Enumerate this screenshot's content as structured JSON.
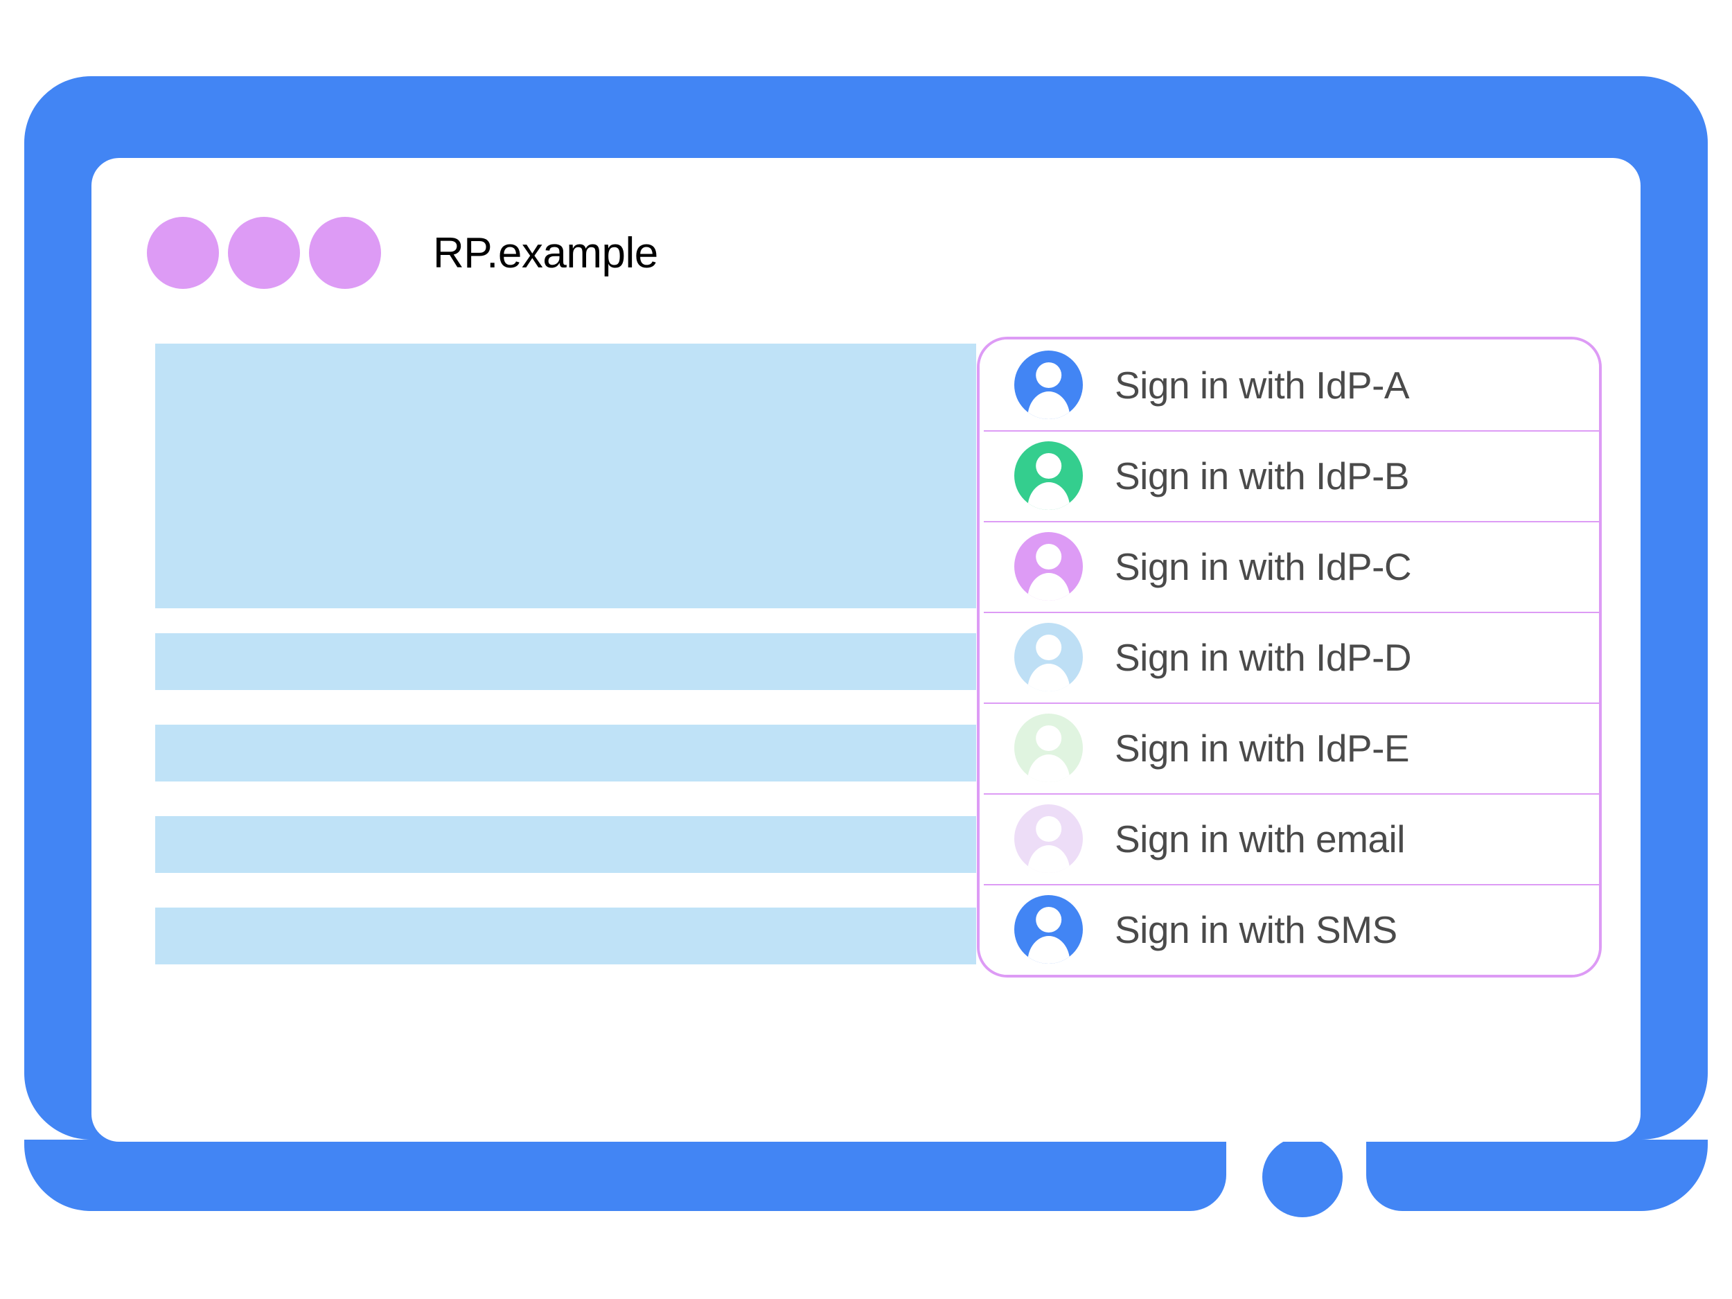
{
  "device": {
    "frame_color": "#4285F4",
    "screen_color": "#ffffff",
    "home_button_name": "home-button"
  },
  "titlebar": {
    "title": "RP.example",
    "dot_color": "#DD9BF5",
    "dots": [
      "window-dot-1",
      "window-dot-2",
      "window-dot-3"
    ]
  },
  "content": {
    "placeholder_color": "#BFE2F7",
    "blocks": [
      {
        "name": "content-placeholder-hero",
        "kind": "hero"
      },
      {
        "name": "content-placeholder-bar-1",
        "kind": "bar"
      },
      {
        "name": "content-placeholder-bar-2",
        "kind": "bar"
      },
      {
        "name": "content-placeholder-bar-3",
        "kind": "bar"
      },
      {
        "name": "content-placeholder-bar-4",
        "kind": "bar"
      }
    ]
  },
  "signin_card": {
    "border_color": "#DD9BF5",
    "divider_color": "#DD9BF5",
    "label_color": "#4A4A4A",
    "items": [
      {
        "label": "Sign in with IdP-A",
        "avatar_color": "#4285F4",
        "icon": "account-avatar-icon"
      },
      {
        "label": "Sign in with IdP-B",
        "avatar_color": "#34CE8E",
        "icon": "account-avatar-icon"
      },
      {
        "label": "Sign in with IdP-C",
        "avatar_color": "#DD9BF5",
        "icon": "account-avatar-icon"
      },
      {
        "label": "Sign in with IdP-D",
        "avatar_color": "#BEDFF5",
        "icon": "account-avatar-icon"
      },
      {
        "label": "Sign in with IdP-E",
        "avatar_color": "#E0F4E0",
        "icon": "account-avatar-icon"
      },
      {
        "label": "Sign in with email",
        "avatar_color": "#EDDDF7",
        "icon": "account-avatar-icon"
      },
      {
        "label": "Sign in with SMS",
        "avatar_color": "#4285F4",
        "icon": "account-avatar-icon"
      }
    ]
  }
}
